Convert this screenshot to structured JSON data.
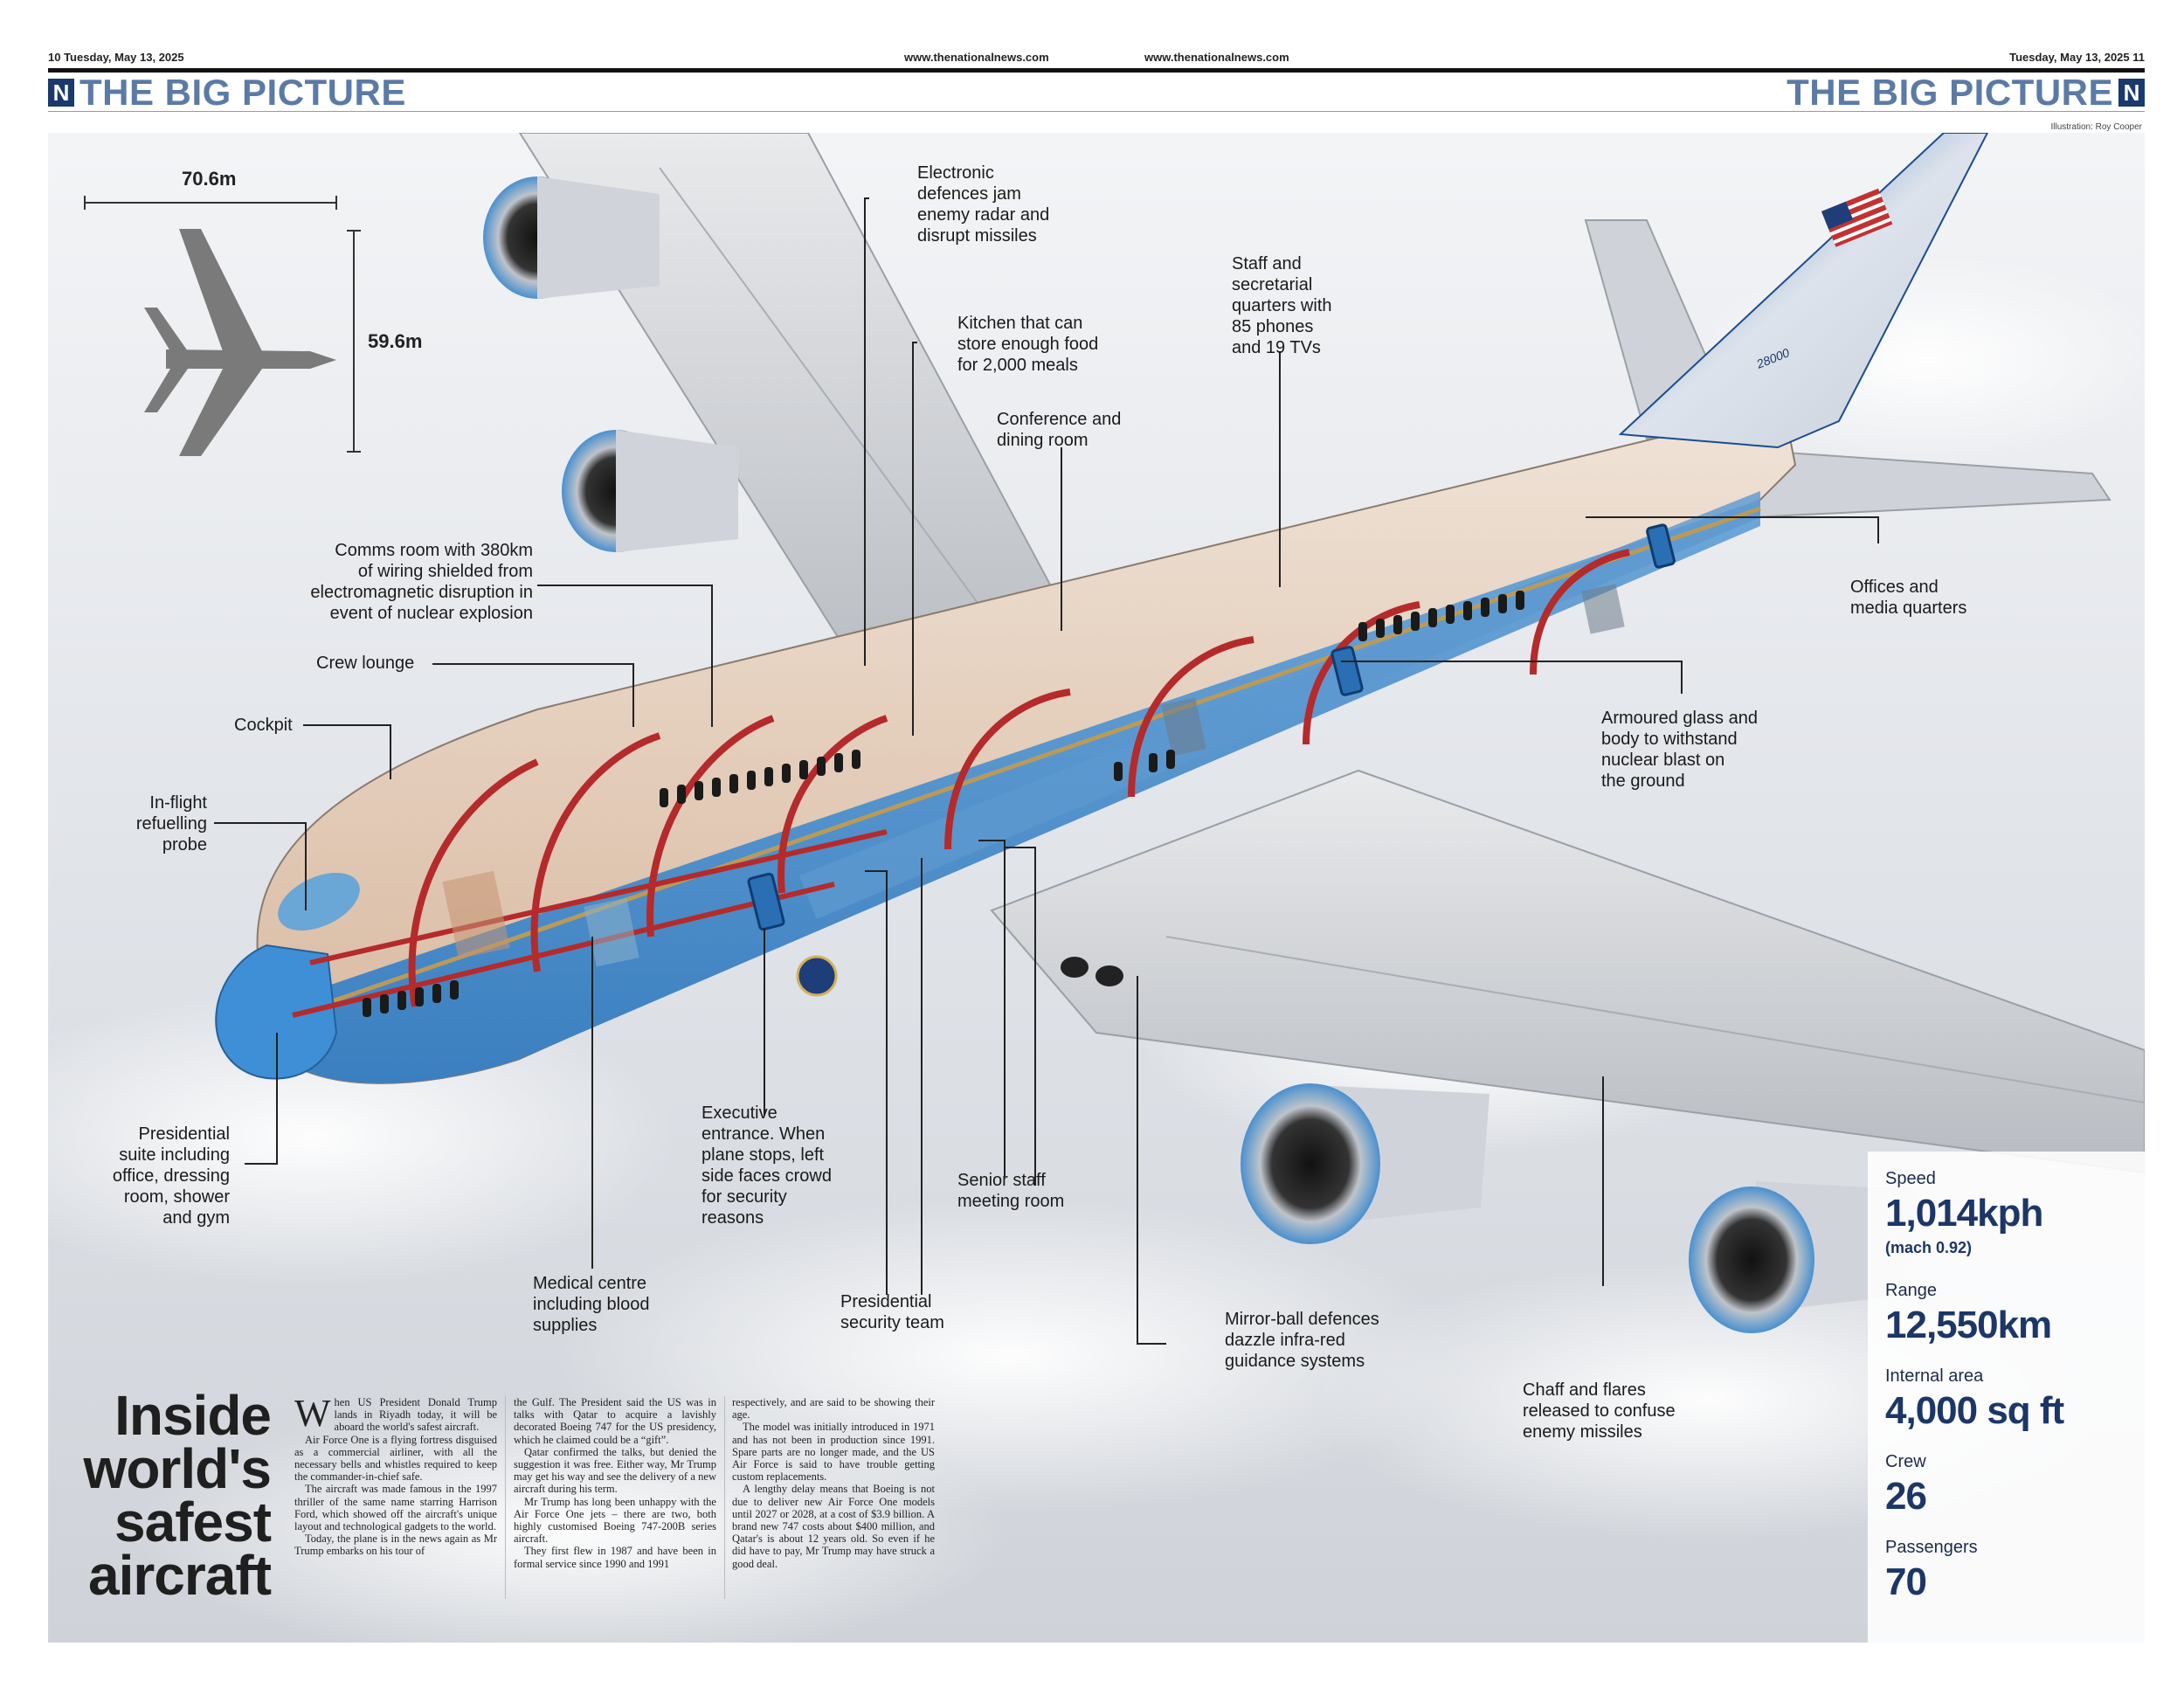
{
  "header": {
    "left_folio": "10 Tuesday, May 13, 2025",
    "center_url_left": "www.thenationalnews.com",
    "center_url_right": "www.thenationalnews.com",
    "right_folio": "Tuesday, May 13, 2025 11",
    "logo_letter": "N",
    "section_title": "THE BIG PICTURE",
    "credit": "Illustration: Roy Cooper"
  },
  "dimensions": {
    "length": "70.6m",
    "height": "59.6m"
  },
  "tail_number": "28000",
  "callouts": {
    "electronic_defences": "Electronic\ndefences jam\nenemy radar and\ndisrupt missiles",
    "kitchen": "Kitchen that can\nstore enough food\nfor 2,000 meals",
    "staff_quarters": "Staff and\nsecretarial\nquarters with\n85 phones\nand 19 TVs",
    "conference": "Conference and\ndining room",
    "comms_room": "Comms room with 380km\nof wiring shielded from\nelectromagnetic disruption in\nevent of nuclear explosion",
    "crew_lounge": "Crew lounge",
    "cockpit": "Cockpit",
    "refuelling": "In-flight\nrefuelling\nprobe",
    "offices_media": "Offices and\nmedia quarters",
    "armoured_glass": "Armoured glass and\nbody to withstand\nnuclear blast on\nthe ground",
    "presidential_suite": "Presidential\nsuite including\noffice, dressing\nroom, shower\nand gym",
    "executive_entrance": "Executive\nentrance. When\nplane stops, left\nside faces crowd\nfor security\nreasons",
    "senior_staff": "Senior staff\nmeeting room",
    "medical_centre": "Medical centre\nincluding blood\nsupplies",
    "security_team": "Presidential\nsecurity team",
    "mirror_ball": "Mirror-ball defences\ndazzle infra-red\nguidance systems",
    "chaff": "Chaff and flares\nreleased to confuse\nenemy missiles"
  },
  "article": {
    "headline": "Inside\nworld's\nsafest\naircraft",
    "dropcap": "W",
    "col1": [
      "hen US President Donald Trump lands in Riyadh today, it will be aboard the world's safest aircraft.",
      "Air Force One is a flying fortress disguised as a commercial airliner, with all the necessary bells and whistles required to keep the commander-in-chief safe.",
      "The aircraft was made famous in the 1997 thriller of the same name starring Harrison Ford, which showed off the aircraft's unique layout and technological gadgets to the world.",
      "Today, the plane is in the news again as Mr Trump embarks on his tour of"
    ],
    "col2": [
      "the Gulf. The President said the US was in talks with Qatar to acquire a lavishly decorated Boeing 747 for the US presidency, which he claimed could be a “gift”.",
      "Qatar confirmed the talks, but denied the suggestion it was free. Either way, Mr Trump may get his way and see the delivery of a new aircraft during his term.",
      "Mr Trump has long been unhappy with the Air Force One jets – there are two, both highly customised Boeing 747-200B series aircraft.",
      "They first flew in 1987 and have been in formal service since 1990 and 1991"
    ],
    "col3": [
      "respectively, and are said to be showing their age.",
      "The model was initially introduced in 1971 and has not been in production since 1991. Spare parts are no longer made, and the US Air Force is said to have trouble getting custom replacements.",
      "A lengthy delay means that Boeing is not due to deliver new Air Force One models until 2027 or 2028, at a cost of $3.9 billion. A brand new 747 costs about $400 million, and Qatar's is about 12 years old. So even if he did have to pay, Mr Trump may have struck a good deal."
    ]
  },
  "stats": [
    {
      "label": "Speed",
      "value": "1,014kph",
      "sub": "(mach 0.92)"
    },
    {
      "label": "Range",
      "value": "12,550km"
    },
    {
      "label": "Internal area",
      "value": "4,000 sq ft"
    },
    {
      "label": "Crew",
      "value": "26"
    },
    {
      "label": "Passengers",
      "value": "70"
    }
  ],
  "colors": {
    "livery_blue": "#2f7ec7",
    "cutaway_red": "#b52a2a",
    "section_title": "#5b7aa6",
    "stat_blue": "#1c3668"
  }
}
